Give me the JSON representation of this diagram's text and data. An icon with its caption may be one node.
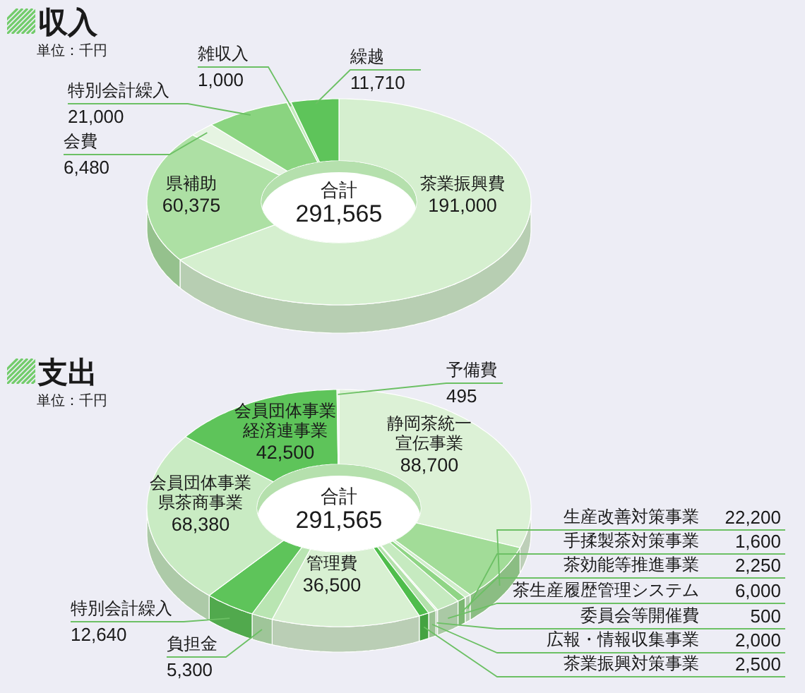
{
  "diagram": {
    "nodes": [
      {
        "text": [
          "茶業振興費",
          "191,000"
        ]
      },
      {
        "text": [
          "県補助",
          "60,375"
        ]
      },
      {
        "text": [],
        "shape": "wedge"
      },
      {
        "text": [],
        "shape": "wedge"
      },
      {
        "text": [],
        "shape": "wedge"
      },
      {
        "text": [],
        "shape": "wedge"
      },
      {
        "text": [
          "合計",
          "291,565"
        ]
      },
      {
        "text": [
          "会費",
          "6,480"
        ]
      },
      {
        "text": [
          "特別会計繰入",
          "21,000"
        ]
      },
      {
        "text": [
          "雑収入",
          "1,000"
        ]
      },
      {
        "text": [
          "繰越",
          "11,710"
        ]
      },
      {
        "text": [
          "静岡茶統一宣伝事業",
          "88,700"
        ]
      },
      {
        "text": [],
        "shape": "wedge"
      },
      {
        "text": [],
        "shape": "wedge"
      },
      {
        "text": [],
        "shape": "wedge"
      },
      {
        "text": [],
        "shape": "wedge"
      },
      {
        "text": [],
        "shape": "wedge"
      },
      {
        "text": [],
        "shape": "wedge"
      },
      {
        "text": [],
        "shape": "wedge"
      },
      {
        "text": [
          "管理費",
          "36,500"
        ]
      },
      {
        "text": [],
        "shape": "wedge"
      },
      {
        "text": [],
        "shape": "wedge"
      },
      {
        "text": [
          "会員団体事業県茶商事業",
          "68,380"
        ]
      },
      {
        "text": [
          "会員団体事業経済連事業",
          "42,500"
        ]
      },
      {
        "text": [],
        "shape": "wedge"
      },
      {
        "text": [
          "合計",
          "291,565"
        ]
      },
      {
        "text": [
          "予備費",
          "495"
        ]
      },
      {
        "text": [
          "生産改善対策事業",
          "22,200"
        ]
      },
      {
        "text": [
          "手揉製茶対策事業",
          "1,600"
        ]
      },
      {
        "text": [
          "茶効能等推進事業",
          "2,250"
        ]
      },
      {
        "text": [
          "茶生産履歴管理システム",
          "6,000"
        ]
      },
      {
        "text": [
          "委員会等開催費",
          "500"
        ]
      },
      {
        "text": [
          "広報・情報収集事業",
          "2,000"
        ]
      },
      {
        "text": [
          "茶業振興対策事業",
          "2,500"
        ]
      },
      {
        "text": [
          "特別会計繰入",
          "12,640"
        ]
      },
      {
        "text": [
          "負担金",
          "5,300"
        ]
      }
    ],
    "edges": [
      {
        "from": 7,
        "to": 2,
        "arrow": "none"
      },
      {
        "from": 8,
        "to": 3,
        "arrow": "none"
      },
      {
        "from": 9,
        "to": 4,
        "arrow": "none"
      },
      {
        "from": 10,
        "to": 5,
        "arrow": "none"
      },
      {
        "from": 26,
        "to": 24,
        "arrow": "none"
      },
      {
        "from": 27,
        "to": 12,
        "arrow": "none"
      },
      {
        "from": 28,
        "to": 13,
        "arrow": "none"
      },
      {
        "from": 29,
        "to": 14,
        "arrow": "none"
      },
      {
        "from": 30,
        "to": 15,
        "arrow": "none"
      },
      {
        "from": 31,
        "to": 16,
        "arrow": "none"
      },
      {
        "from": 32,
        "to": 17,
        "arrow": "none"
      },
      {
        "from": 33,
        "to": 18,
        "arrow": "none"
      },
      {
        "from": 34,
        "to": 21,
        "arrow": "none"
      },
      {
        "from": 35,
        "to": 20,
        "arrow": "none"
      }
    ],
    "labels": [
      "収入",
      "単位：千円",
      "支出",
      "単位：千円"
    ]
  }
}
